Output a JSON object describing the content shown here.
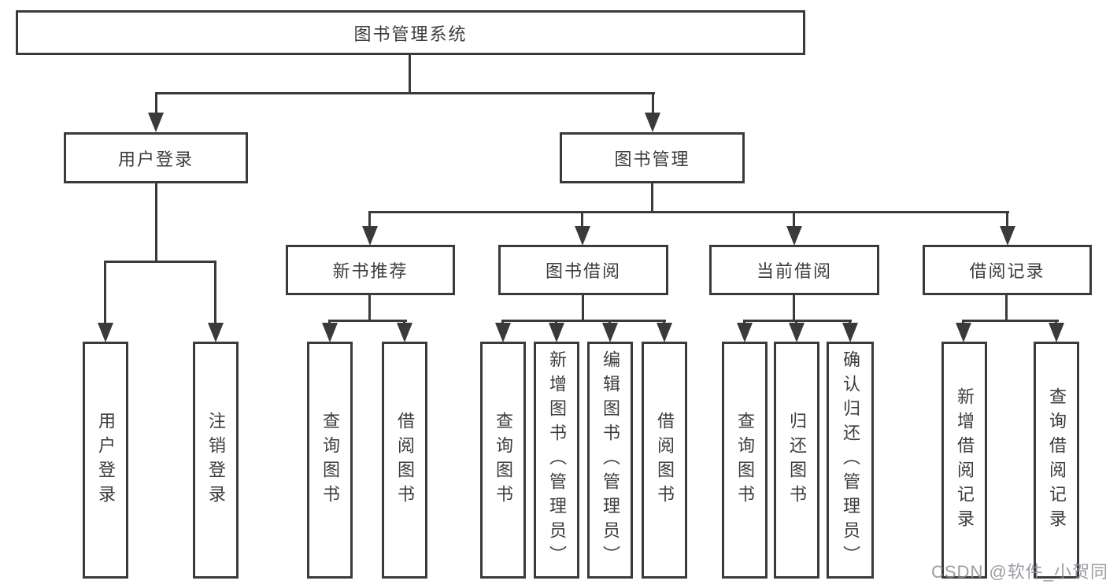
{
  "diagram": {
    "root": {
      "id": "library-management-system",
      "label": "图书管理系统"
    },
    "level2": [
      {
        "id": "user-login",
        "label": "用户登录",
        "parent": "library-management-system"
      },
      {
        "id": "book-management",
        "label": "图书管理",
        "parent": "library-management-system"
      }
    ],
    "level3": [
      {
        "id": "new-book-recommend",
        "label": "新书推荐",
        "parent": "book-management"
      },
      {
        "id": "book-borrow",
        "label": "图书借阅",
        "parent": "book-management"
      },
      {
        "id": "current-borrow",
        "label": "当前借阅",
        "parent": "book-management"
      },
      {
        "id": "borrow-records",
        "label": "借阅记录",
        "parent": "book-management"
      }
    ],
    "level4": [
      {
        "id": "user-login-action",
        "label": "用户登录",
        "parent": "user-login"
      },
      {
        "id": "logout-action",
        "label": "注销登录",
        "parent": "user-login"
      },
      {
        "id": "recommend-query-books",
        "label": "查询图书",
        "parent": "new-book-recommend"
      },
      {
        "id": "recommend-borrow-books",
        "label": "借阅图书",
        "parent": "new-book-recommend"
      },
      {
        "id": "borrow-query-books",
        "label": "查询图书",
        "parent": "book-borrow"
      },
      {
        "id": "add-books-admin",
        "label": "新增图书（管理员）",
        "parent": "book-borrow"
      },
      {
        "id": "edit-books-admin",
        "label": "编辑图书（管理员）",
        "parent": "book-borrow"
      },
      {
        "id": "borrow-borrow-books",
        "label": "借阅图书",
        "parent": "book-borrow"
      },
      {
        "id": "current-query-books",
        "label": "查询图书",
        "parent": "current-borrow"
      },
      {
        "id": "return-books",
        "label": "归还图书",
        "parent": "current-borrow"
      },
      {
        "id": "confirm-return-admin",
        "label": "确认归还（管理员）",
        "parent": "current-borrow"
      },
      {
        "id": "add-borrow-record",
        "label": "新增借阅记录",
        "parent": "borrow-records"
      },
      {
        "id": "query-borrow-record",
        "label": "查询借阅记录",
        "parent": "borrow-records"
      }
    ],
    "watermark": {
      "label": "CSDN @软件_小贺同学"
    },
    "colors": {
      "line": "#3a3a3a",
      "text": "#3c3c3c",
      "watermark": "#8c9097",
      "background": "#ffffff"
    }
  }
}
